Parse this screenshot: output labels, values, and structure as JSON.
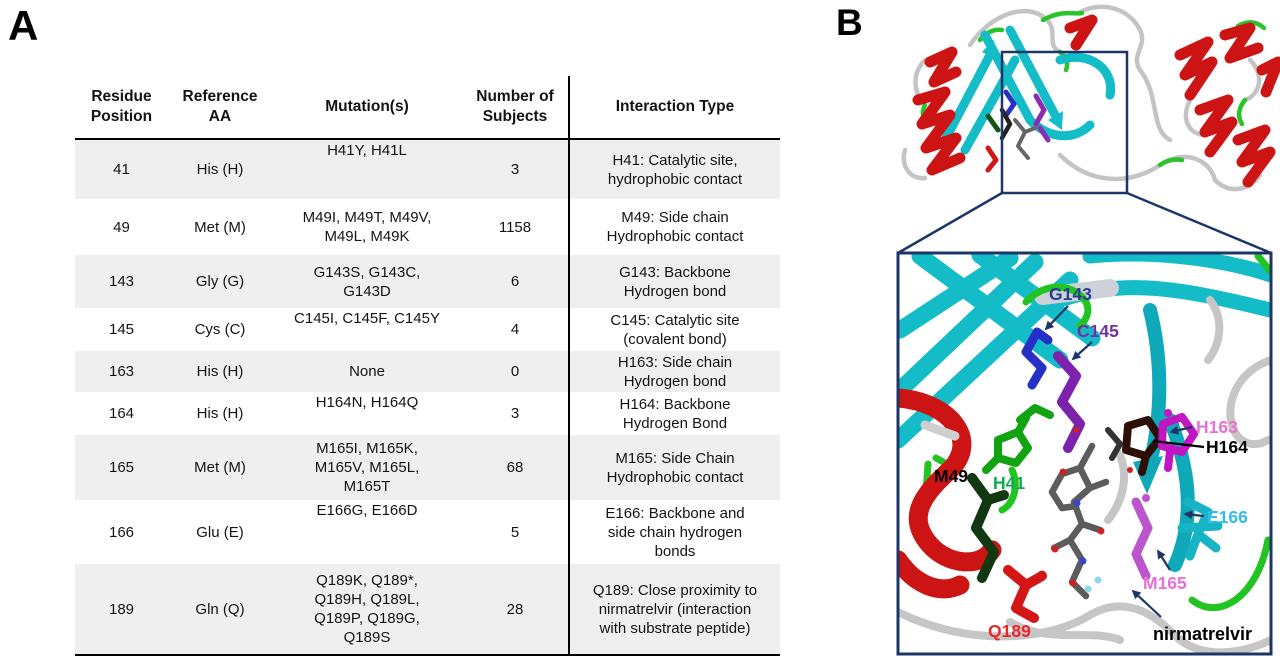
{
  "panel_a": {
    "label": "A",
    "table": {
      "headers": [
        "Residue\nPosition",
        "Reference\nAA",
        "Mutation(s)",
        "Number of\nSubjects",
        "Interaction Type"
      ],
      "rows": [
        {
          "residue_position": "41",
          "reference_aa": "His (H)",
          "mutations": "H41Y, H41L",
          "number_of_subjects": "3",
          "interaction_type": "H41: Catalytic site,\nhydrophobic contact"
        },
        {
          "residue_position": "49",
          "reference_aa": "Met (M)",
          "mutations": "M49I, M49T, M49V,\nM49L, M49K",
          "number_of_subjects": "1158",
          "interaction_type": "M49: Side chain\nHydrophobic contact"
        },
        {
          "residue_position": "143",
          "reference_aa": "Gly (G)",
          "mutations": "G143S, G143C,\nG143D",
          "number_of_subjects": "6",
          "interaction_type": "G143: Backbone\nHydrogen bond"
        },
        {
          "residue_position": "145",
          "reference_aa": "Cys (C)",
          "mutations": "C145I, C145F, C145Y",
          "number_of_subjects": "4",
          "interaction_type": "C145: Catalytic site\n(covalent bond)"
        },
        {
          "residue_position": "163",
          "reference_aa": "His (H)",
          "mutations": "None",
          "number_of_subjects": "0",
          "interaction_type": "H163: Side chain\nHydrogen bond"
        },
        {
          "residue_position": "164",
          "reference_aa": "His (H)",
          "mutations": "H164N, H164Q",
          "number_of_subjects": "3",
          "interaction_type": "H164: Backbone\nHydrogen Bond"
        },
        {
          "residue_position": "165",
          "reference_aa": "Met (M)",
          "mutations": "M165I, M165K,\nM165V, M165L,\nM165T",
          "number_of_subjects": "68",
          "interaction_type": "M165: Side Chain\nHydrophobic contact"
        },
        {
          "residue_position": "166",
          "reference_aa": "Glu (E)",
          "mutations": "E166G, E166D",
          "number_of_subjects": "5",
          "interaction_type": "E166: Backbone and\nside chain hydrogen\nbonds"
        },
        {
          "residue_position": "189",
          "reference_aa": "Gln (Q)",
          "mutations": "Q189K, Q189*,\nQ189H, Q189L,\nQ189P, Q189G,\nQ189S",
          "number_of_subjects": "28",
          "interaction_type": "Q189: Close proximity to\nnirmatrelvir (interaction\nwith substrate peptide)"
        }
      ]
    }
  },
  "panel_b": {
    "label": "B",
    "residue_labels": [
      {
        "text": "G143",
        "color": "#2b3c96"
      },
      {
        "text": "C145",
        "color": "#7030a0"
      },
      {
        "text": "H163",
        "color": "#ea6fd3"
      },
      {
        "text": "H164",
        "color": "#000000"
      },
      {
        "text": "M49",
        "color": "#000000"
      },
      {
        "text": "H41",
        "color": "#0caa4e"
      },
      {
        "text": "E166",
        "color": "#2fbdee"
      },
      {
        "text": "M165",
        "color": "#ea6fd3"
      },
      {
        "text": "Q189",
        "color": "#e8262b"
      },
      {
        "text": "nirmatrelvir",
        "color": "#000000"
      }
    ]
  },
  "colors": {
    "zoom_box_outline": "#1c3667",
    "beta_sheet_cyan": "#14bcc8",
    "alpha_helix_red": "#cc1414",
    "loop_gray": "#c6c6c6",
    "loop_green": "#2ac32a",
    "table_stripe_gray": "#efefef"
  }
}
